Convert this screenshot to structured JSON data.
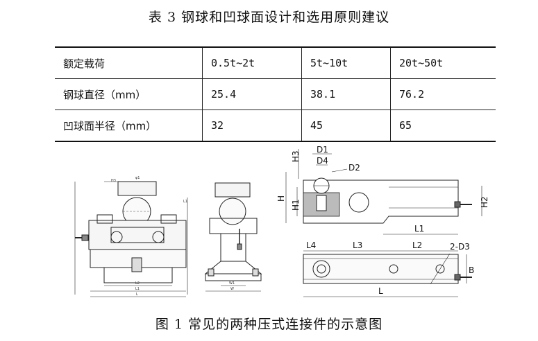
{
  "title": "表 3 钢球和凹球面设计和选用原则建议",
  "table": {
    "rows": [
      [
        "额定载荷",
        "0.5t~2t",
        "5t~10t",
        "20t~50t"
      ],
      [
        "钢球直径（mm）",
        "25.4",
        "38.1",
        "76.2"
      ],
      [
        "凹球面半径（mm）",
        "32",
        "45",
        "65"
      ]
    ]
  },
  "caption": "图 1 常见的两种压式连接件的示意图",
  "drawing_labels": {
    "H3": "H3",
    "D1": "D1",
    "D4": "D4",
    "D2": "D2",
    "H": "H",
    "H1": "H1",
    "H2": "H2",
    "L1": "L1",
    "L4": "L4",
    "L3": "L3",
    "L2": "L2",
    "D3": "2-D3",
    "B": "B",
    "L": "L"
  }
}
